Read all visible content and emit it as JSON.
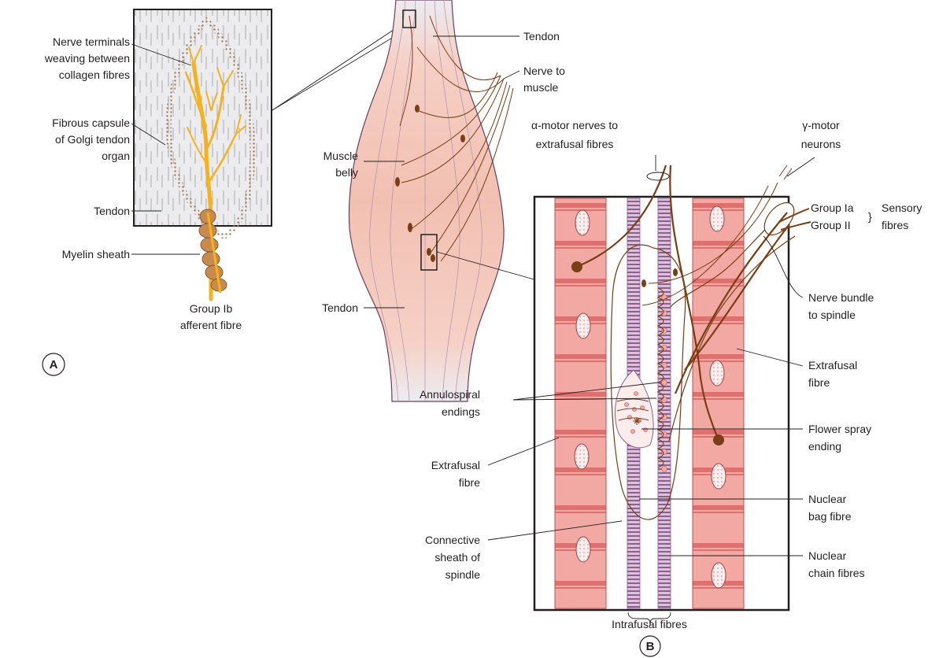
{
  "panel_a": {
    "letter": "A",
    "labels": {
      "nerve_terminals_1": "Nerve terminals",
      "nerve_terminals_2": "weaving between",
      "nerve_terminals_3": "collagen fibres",
      "capsule_1": "Fibrous capsule",
      "capsule_2": "of Golgi tendon",
      "capsule_3": "organ",
      "tendon": "Tendon",
      "myelin": "Myelin sheath",
      "group_ib_1": "Group Ib",
      "group_ib_2": "afferent fibre"
    }
  },
  "muscle": {
    "labels": {
      "tendon_top": "Tendon",
      "nerve_to_muscle_1": "Nerve to",
      "nerve_to_muscle_2": "muscle",
      "muscle_belly_1": "Muscle",
      "muscle_belly_2": "belly",
      "tendon_bottom": "Tendon"
    }
  },
  "panel_b": {
    "letter": "B",
    "labels": {
      "alpha_1": "α-motor nerves to",
      "alpha_2": "extrafusal fibres",
      "gamma_1": "γ-motor",
      "gamma_2": "neurons",
      "group_ia": "Group Ia",
      "group_ii": "Group II",
      "sensory_1": "Sensory",
      "sensory_2": "fibres",
      "nerve_bundle_1": "Nerve bundle",
      "nerve_bundle_2": "to spindle",
      "extrafusal_right_1": "Extrafusal",
      "extrafusal_right_2": "fibre",
      "annulospiral_1": "Annulospiral",
      "annulospiral_2": "endings",
      "flower_1": "Flower spray",
      "flower_2": "ending",
      "extrafusal_left_1": "Extrafusal",
      "extrafusal_left_2": "fibre",
      "nuclear_bag_1": "Nuclear",
      "nuclear_bag_2": "bag fibre",
      "connective_1": "Connective",
      "connective_2": "sheath of",
      "connective_3": "spindle",
      "nuclear_chain_1": "Nuclear",
      "nuclear_chain_2": "chain fibres",
      "intrafusal": "Intrafusal fibres"
    }
  },
  "colors": {
    "tendon_grey": "#e8e8ec",
    "muscle_pink": "#f4c6bc",
    "extrafusal_pink": "#f3a9a3",
    "extrafusal_stripe": "#e0706e",
    "nerve_brown": "#7a3d14",
    "nerve_yellow": "#f6b21c",
    "intrafusal_purple": "#9b6f9c",
    "myelin_orange": "#c98a4e"
  }
}
